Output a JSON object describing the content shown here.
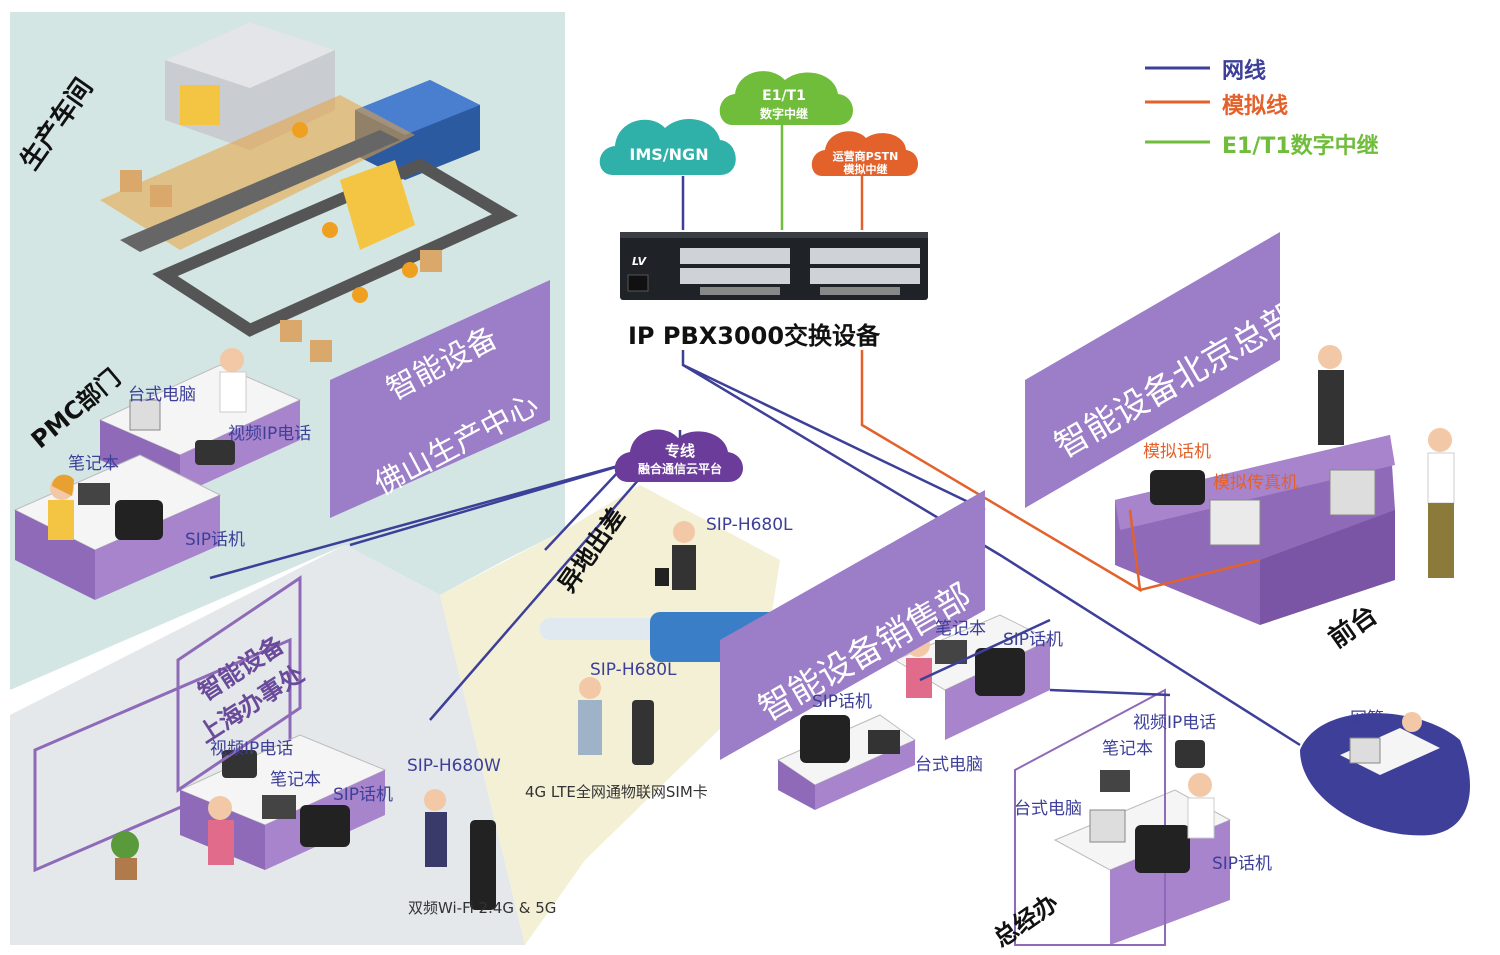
{
  "legend": {
    "network": {
      "label": "网线",
      "color": "#3d3f99"
    },
    "analog": {
      "label": "模拟线",
      "color": "#e3612a"
    },
    "digital": {
      "label": "E1/T1数字中继",
      "color": "#6fbd3a"
    }
  },
  "clouds": {
    "ims": "IMS/NGN",
    "e1t1": {
      "line1": "E1/T1",
      "line2": "数字中继"
    },
    "pstn": {
      "line1": "运营商PSTN",
      "line2": "模拟中继"
    },
    "cloud_platform": {
      "line1": "专线",
      "line2": "融合通信云平台"
    }
  },
  "pbx": {
    "brand": "LV",
    "label": "IP PBX3000交换设备"
  },
  "zones": {
    "workshop": "生产车间",
    "pmc": "PMC部门",
    "foshan": {
      "line1": "智能设备",
      "line2": "佛山生产中心"
    },
    "shanghai": {
      "line1": "智能设备",
      "line2": "上海办事处"
    },
    "business_trip": "异地出差",
    "beijing": "智能设备北京总部",
    "sales": "智能设备销售部",
    "front_desk": "前台",
    "gm_office": "总经办"
  },
  "devices": {
    "pmc_desktop": "台式电脑",
    "pmc_video_phone": "视频IP电话",
    "pmc_laptop": "笔记本",
    "pmc_sip": "SIP话机",
    "trip_h680l_1": "SIP-H680L",
    "trip_h680l_2": "SIP-H680L",
    "trip_sim": "4G LTE全网通物联网SIM卡",
    "sh_video_phone": "视频IP电话",
    "sh_laptop": "笔记本",
    "sh_sip": "SIP话机",
    "sh_h680w": "SIP-H680W",
    "sh_wifi": "双频Wi-Fi 2.4G & 5G",
    "bj_analog_phone": "模拟话机",
    "bj_fax": "模拟传真机",
    "sales_laptop": "笔记本",
    "sales_sip_1": "SIP话机",
    "sales_sip_2": "SIP话机",
    "sales_desktop": "台式电脑",
    "gm_video_phone": "视频IP电话",
    "gm_laptop": "笔记本",
    "gm_desktop": "台式电脑",
    "gm_sip": "SIP话机",
    "netmgmt": "网管"
  }
}
